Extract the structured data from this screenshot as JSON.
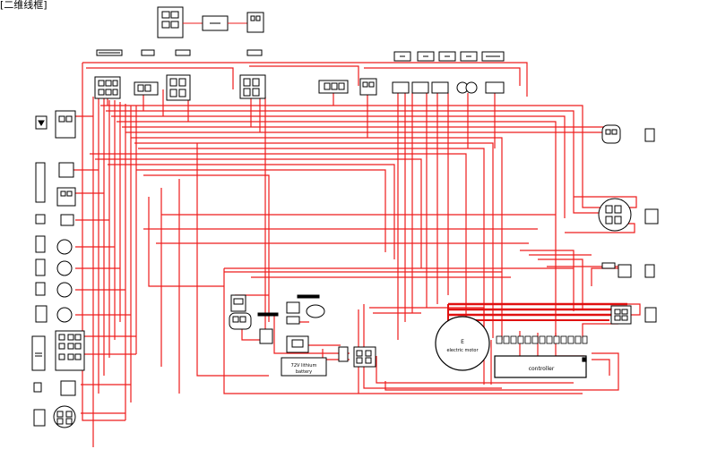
{
  "title": "[二维线框]",
  "motor": {
    "line1": "E",
    "line2": "electric motor"
  },
  "controller": {
    "label": "controller"
  },
  "battery": {
    "line1": "72V lithium",
    "line2": "battery"
  },
  "colors": {
    "wire": "#ee1c1c",
    "outline": "#000000",
    "background": "#ffffff"
  }
}
